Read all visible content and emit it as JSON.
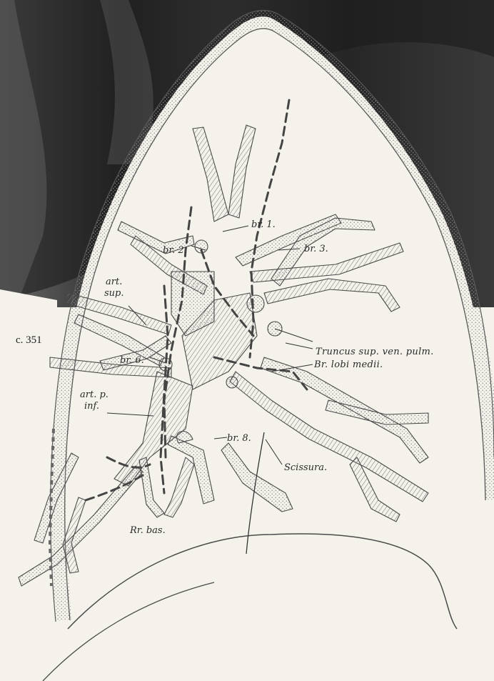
{
  "figure_ref": "c. 351",
  "labels": {
    "br1": "br. 1.",
    "br2": "br. 2.",
    "br3": "br. 3.",
    "br6": "br. 6.",
    "br8": "br. 8.",
    "art_sup_1": "art.",
    "art_sup_2": "sup.",
    "art_inf_1": "art. p.",
    "art_inf_2": "inf.",
    "truncus": "Truncus sup. ven. pulm.",
    "lobi_medii": "Br. lobi medii.",
    "scissura": "Scissura.",
    "rr_bas": "Rr. bas."
  },
  "colors": {
    "paper": "#f4f2ea",
    "xray_dark": "#1c1c1c",
    "line": "#4a4a4a",
    "stipple": "#8a8a8a"
  }
}
